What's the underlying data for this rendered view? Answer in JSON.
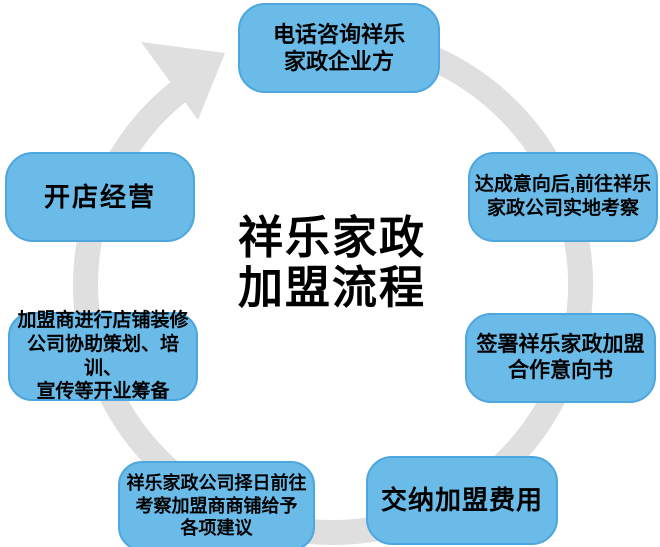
{
  "title": "祥乐家政\n加盟流程",
  "steps": [
    {
      "name": "phone-consult",
      "label": "电话咨询祥乐\n家政企业方"
    },
    {
      "name": "site-visit",
      "label": "达成意向后,前往祥乐\n家政公司实地考察"
    },
    {
      "name": "sign-loi",
      "label": "签署祥乐家政加盟\n合作意向书"
    },
    {
      "name": "pay-fee",
      "label": "交纳加盟费用"
    },
    {
      "name": "shop-inspection",
      "label": "祥乐家政公司择日前往\n考察加盟商商铺给予\n各项建议"
    },
    {
      "name": "shop-decoration",
      "label": "加盟商进行店铺装修\n公司协助策划、培训、\n宣传等开业筹备"
    },
    {
      "name": "open-business",
      "label": "开店经营"
    }
  ],
  "colors": {
    "box_fill": "#6BBBE9",
    "box_border": "#4DA6DD",
    "arrow_gray": "#DFDFDF",
    "text": "#000000",
    "background": "#FFFFFF"
  }
}
